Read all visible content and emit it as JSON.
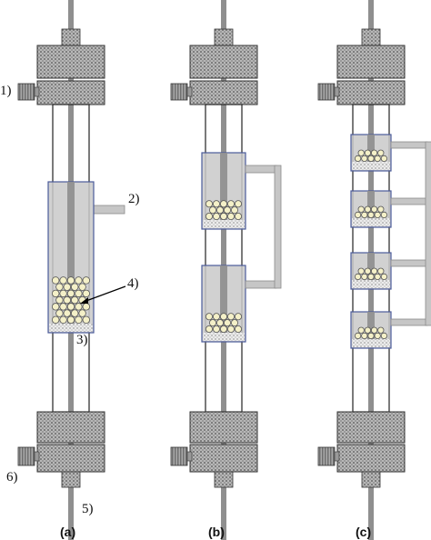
{
  "callouts": {
    "c1": "1)",
    "c2": "2)",
    "c3": "3)",
    "c4": "4)",
    "c5": "5)",
    "c6": "6)"
  },
  "panel_labels": {
    "a": "(a)",
    "b": "(b)",
    "c": "(c)"
  },
  "colors": {
    "rod": "#8f8f8f",
    "fitting_fill": "#b8b8b8",
    "tube_outline": "#222222",
    "jacket_fill": "#c9c9c9",
    "jacket_border": "#4a5a9a",
    "bead": "#f4f0c8",
    "frit": "#e9e9e9",
    "pipe": "#c6c6c6"
  },
  "panels": [
    {
      "id": "a",
      "jackets": 1
    },
    {
      "id": "b",
      "jackets": 2
    },
    {
      "id": "c",
      "jackets": 4
    }
  ]
}
